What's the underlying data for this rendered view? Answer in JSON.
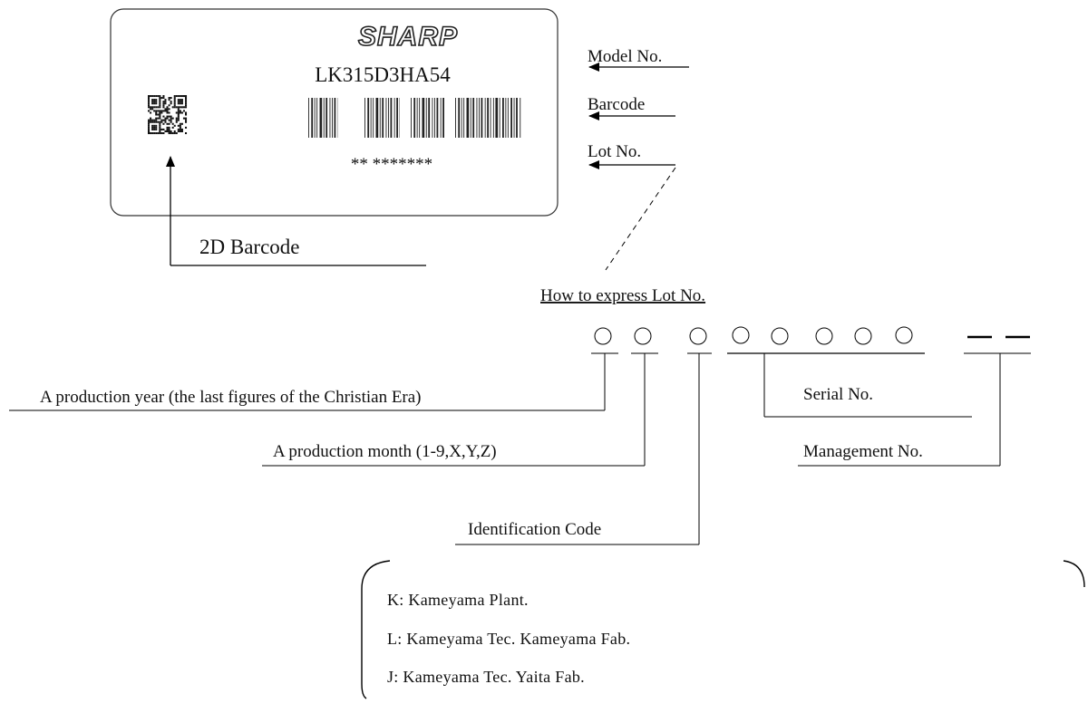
{
  "label": {
    "logo_text": "SHARP",
    "model_number": "LK315D3HA54",
    "lot_placeholder": "** *******"
  },
  "callouts": {
    "model_no": "Model No.",
    "barcode": "Barcode",
    "lot_no": "Lot No.",
    "barcode_2d": "2D Barcode"
  },
  "lot_format": {
    "title": "How to express Lot No.",
    "production_year": "A production year (the last figures of the Christian Era)",
    "production_month": "A production month (1-9,X,Y,Z)",
    "identification_code": "Identification Code",
    "serial_no": "Serial No.",
    "management_no": "Management No."
  },
  "identification_codes": [
    "K: Kameyama Plant.",
    "L: Kameyama Tec. Kameyama Fab.",
    "J: Kameyama Tec. Yaita Fab."
  ]
}
